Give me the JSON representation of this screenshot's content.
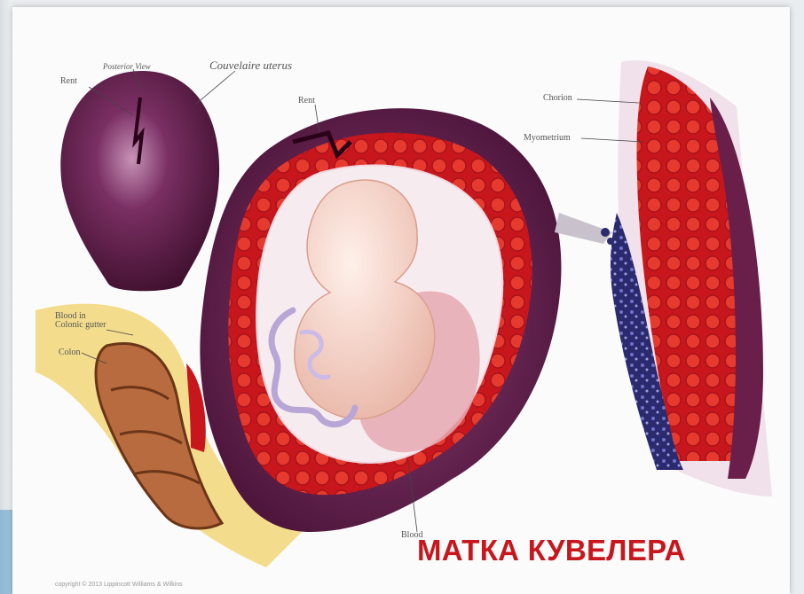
{
  "labels": {
    "posterior_view": "Posterior View",
    "couvelaire_uterus": "Couvelaire uterus",
    "rent_left": "Rent",
    "rent_center": "Rent",
    "chorion": "Chorion",
    "myometrium": "Myometrium",
    "blood_in_colonic_gutter": "Blood in\nColonic gutter",
    "colon": "Colon",
    "bottom_label": "Blood"
  },
  "caption": "МАТКА КУВЕЛЕРА",
  "copyright": "copyright © 2013 Lippincott Williams & Wilkins",
  "colors": {
    "caption": "#c8161d",
    "uterus_wall": "#5e1a45",
    "blood": "#c8161d",
    "fetus_skin": "#f3d3c6",
    "colon": "#b86b3e",
    "fat": "#f3dc8c"
  }
}
